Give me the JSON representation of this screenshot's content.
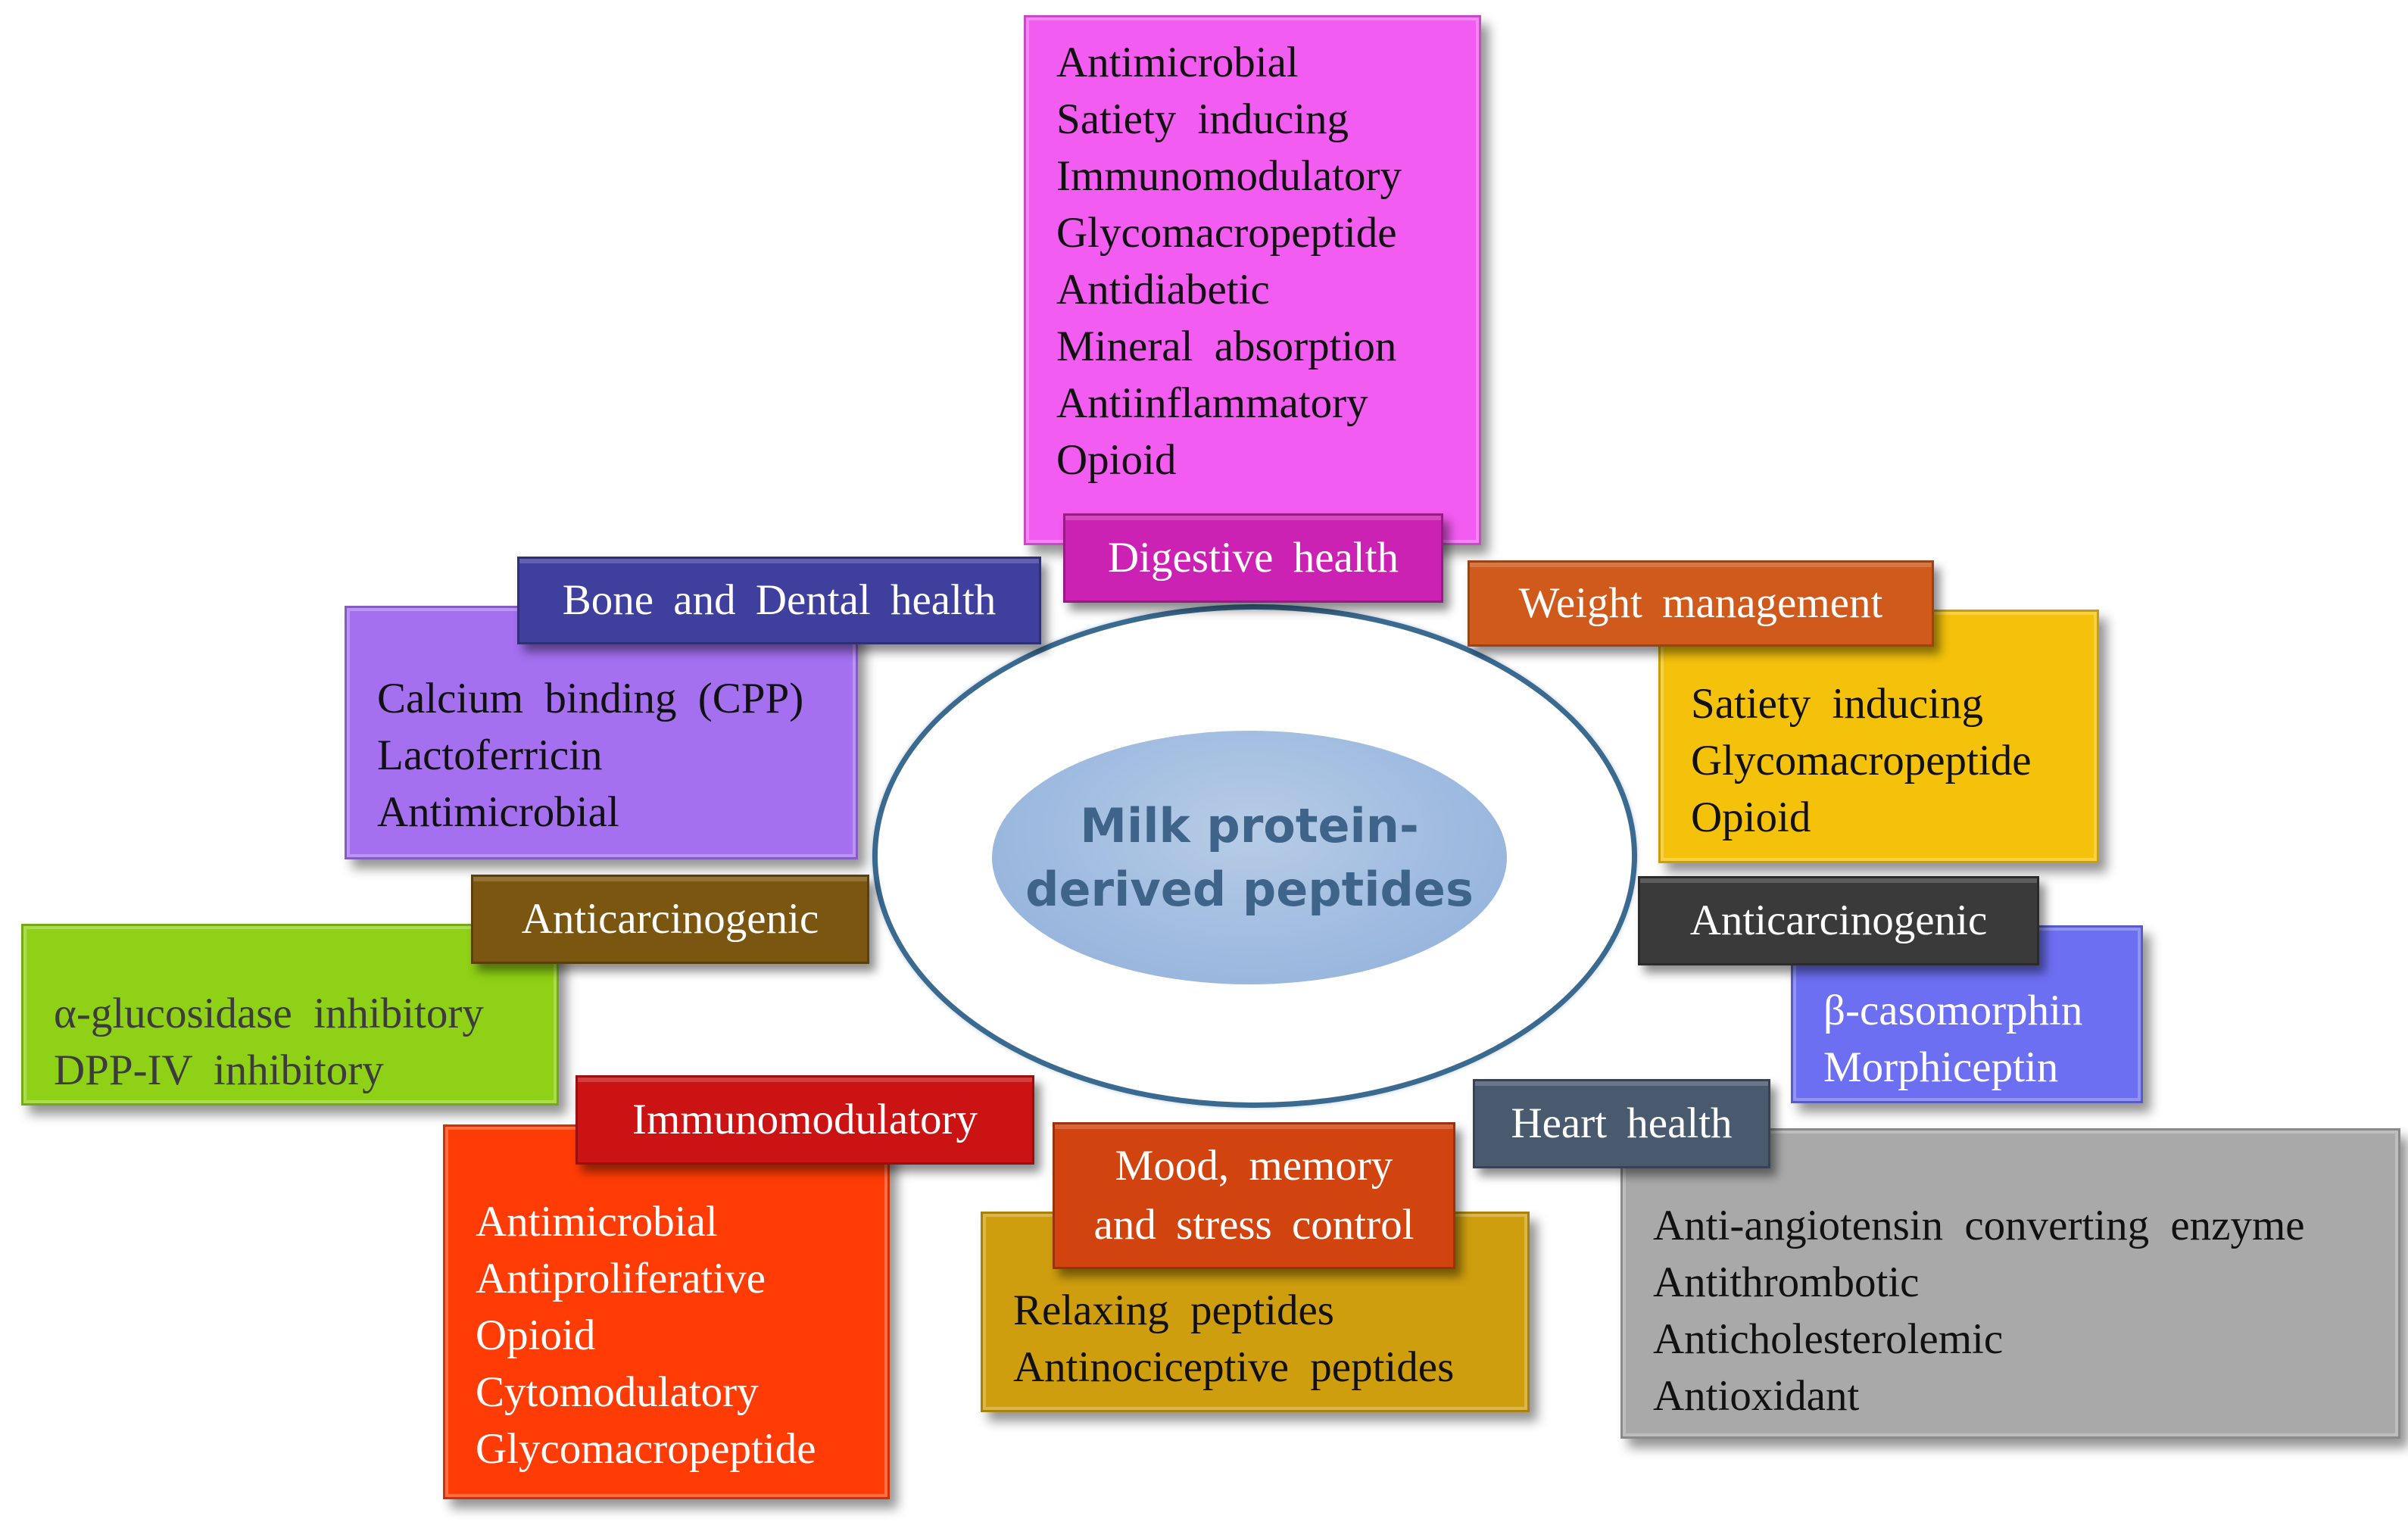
{
  "center": {
    "line1": "Milk protein-",
    "line2": "derived peptides"
  },
  "digestive": {
    "label": "Digestive  health",
    "items": [
      "Antimicrobial",
      "Satiety  inducing",
      "Immunomodulatory",
      "Glycomacropeptide",
      "Antidiabetic",
      "Mineral  absorption",
      "Antiinflammatory",
      "Opioid"
    ]
  },
  "bone": {
    "label": "Bone and Dental  health",
    "items": [
      "Calcium  binding  (CPP)",
      "Lactoferricin",
      "Antimicrobial"
    ]
  },
  "weight": {
    "label": "Weight  management",
    "items": [
      "Satiety  inducing",
      "Glycomacropeptide",
      "Opioid"
    ]
  },
  "anticarcinogenic_left": {
    "label": "Anticarcinogenic",
    "items": [
      "α-glucosidase  inhibitory",
      "DPP-IV inhibitory"
    ]
  },
  "anticarcinogenic_right": {
    "label": "Anticarcinogenic",
    "items": [
      "β-casomorphin",
      "Morphiceptin"
    ]
  },
  "immunomodulatory": {
    "label": "Immunomodulatory",
    "items": [
      "Antimicrobial",
      "Antiproliferative",
      "Opioid",
      "Cytomodulatory",
      "Glycomacropeptide"
    ]
  },
  "mood": {
    "label_line1": "Mood, memory",
    "label_line2": "and stress control",
    "items": [
      "Relaxing  peptides",
      "Antinociceptive  peptides"
    ]
  },
  "heart": {
    "label": "Heart health",
    "items": [
      "Anti-angiotensin  converting  enzyme",
      "Antithrombotic",
      "Anticholesterolemic",
      "Antioxidant"
    ]
  },
  "colors": {
    "magenta": "#f25cf0",
    "magenta_dark": "#cc22b4",
    "purple": "#a470f0",
    "indigo": "#3f3f9e",
    "gold": "#f4c20b",
    "orange": "#cf5a1c",
    "green": "#8fd116",
    "olive": "#7a5610",
    "blue_violet": "#6d6ff2",
    "charcoal": "#3a3a3a",
    "red_orange": "#ff3c06",
    "crimson": "#cc1313",
    "mustard": "#cf9e0e",
    "rust": "#d1430f",
    "gray": "#a9a9a9",
    "slate": "#4a5a6e",
    "ellipse_stroke": "#3b6a91",
    "ellipse_fill": "#9fbbe0"
  }
}
